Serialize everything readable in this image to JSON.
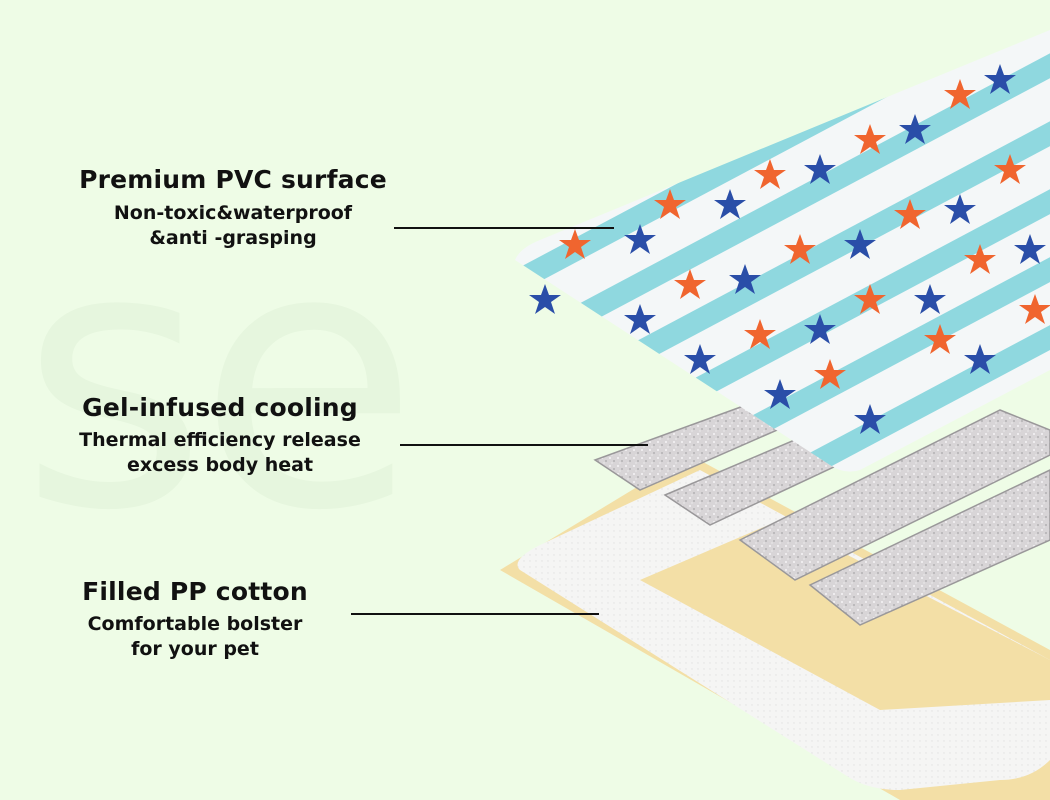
{
  "watermark": "se",
  "colors": {
    "background": "#eefce6",
    "text": "#111111",
    "leader_line": "#111111",
    "base_layer": "#f3dfa6",
    "bolster": "#f7f7f5",
    "gel_panel": "#d9d6d8",
    "cover_stripe": "#8fd8df",
    "cover_base": "#f4f7f8",
    "star_blue": "#2a4ea8",
    "star_orange": "#f0652f"
  },
  "layers": [
    {
      "title": "Premium PVC surface",
      "lines": [
        "Non-toxic&waterproof",
        "&anti -grasping"
      ]
    },
    {
      "title": "Gel-infused cooling",
      "lines": [
        "Thermal efficiency release",
        "excess body heat"
      ]
    },
    {
      "title": "Filled PP cotton",
      "lines": [
        "Comfortable bolster",
        "for your pet"
      ]
    }
  ]
}
